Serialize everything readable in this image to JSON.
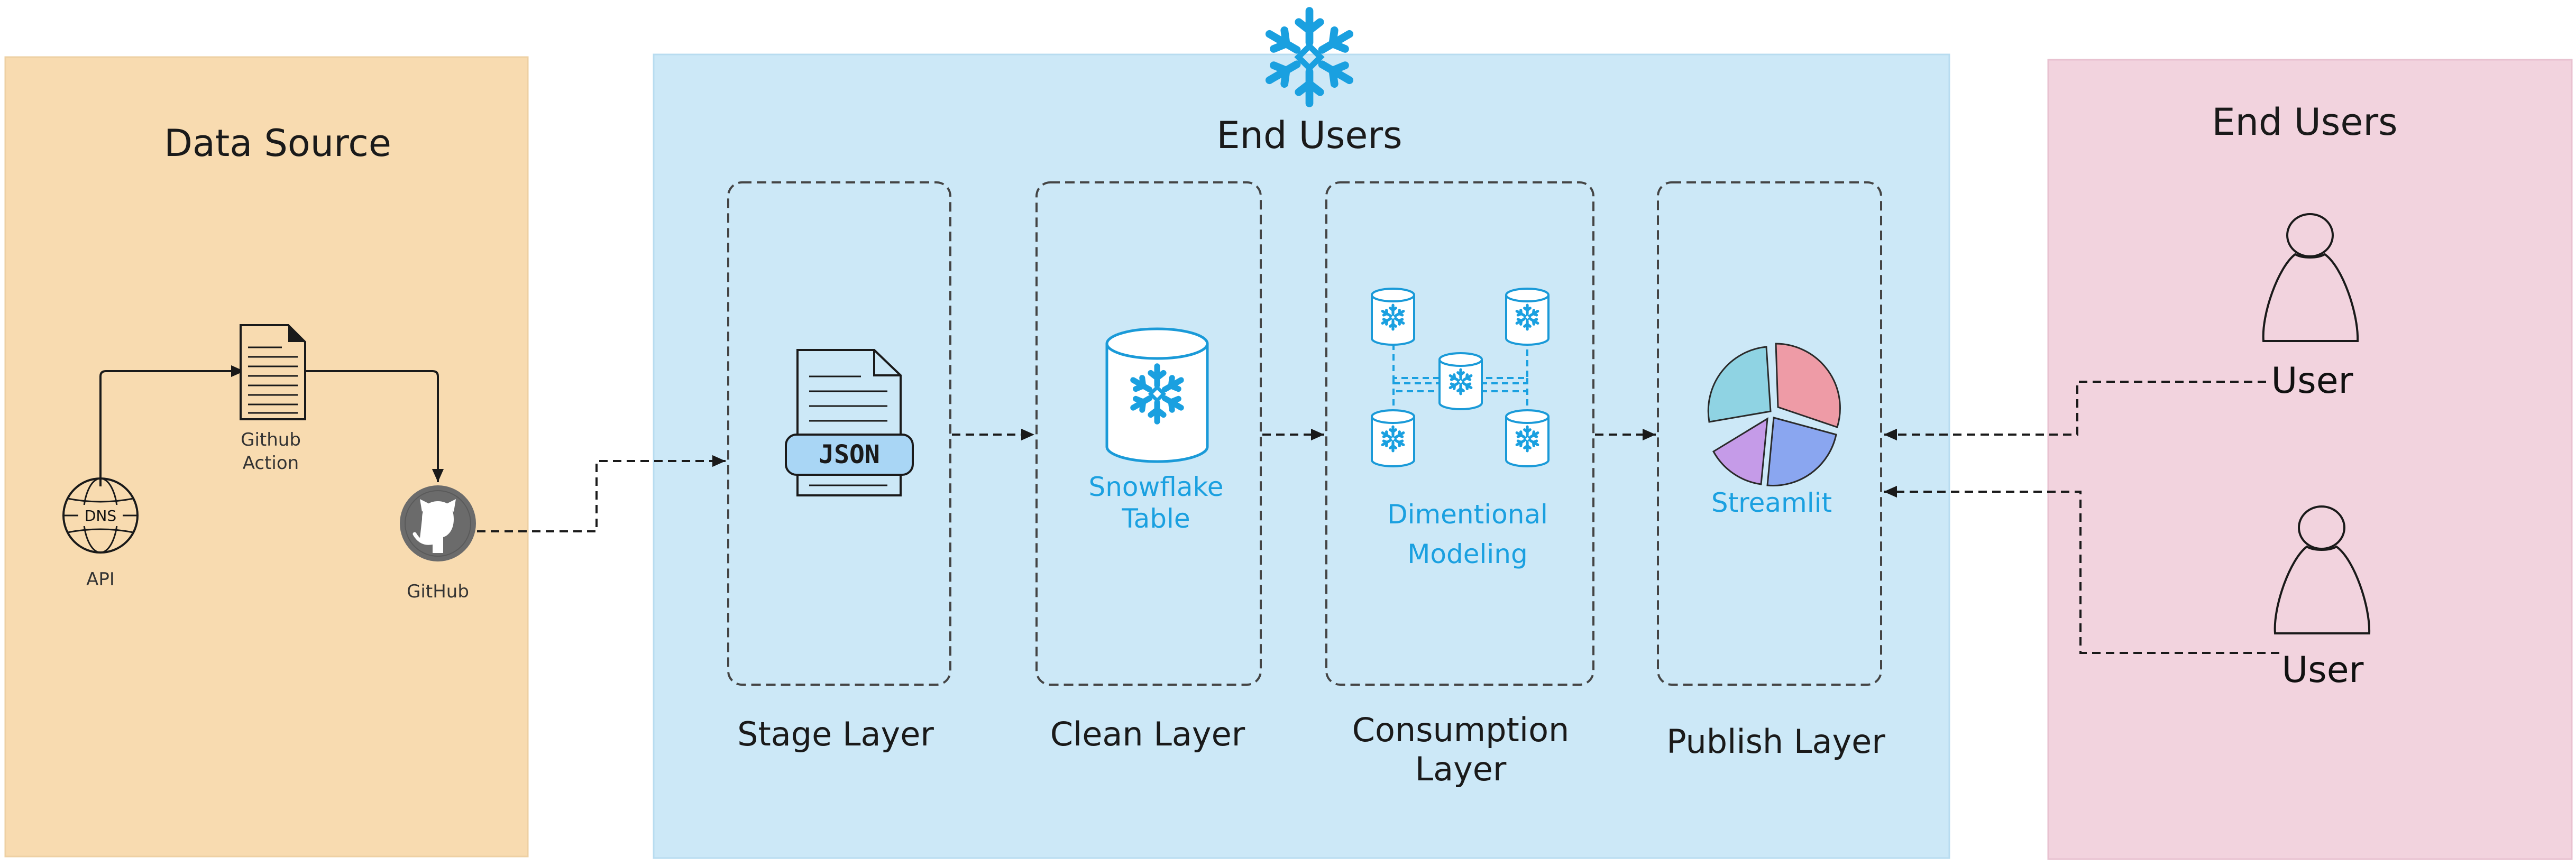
{
  "panels": {
    "data_source": {
      "title": "Data Source",
      "fill": "#f8dbb0",
      "stroke": "#eed0a3"
    },
    "snowflake": {
      "title": "End Users",
      "fill": "#cce8f7",
      "stroke": "#b8dcf0"
    },
    "end_users": {
      "title": "End Users",
      "fill": "#f2d3de",
      "stroke": "#e8c2d0"
    }
  },
  "source": {
    "api_label": "API",
    "dns_text": "DNS",
    "action_label_line1": "Github",
    "action_label_line2": "Action",
    "github_label": "GitHub"
  },
  "layers": {
    "stage": {
      "label": "Stage Layer",
      "icon_text": "JSON"
    },
    "clean": {
      "label": "Clean Layer",
      "caption_line1": "Snowflake",
      "caption_line2": "Table"
    },
    "consumption": {
      "label_line1": "Consumption",
      "label_line2": "Layer",
      "caption_line1": "Dimentional",
      "caption_line2": "Modeling"
    },
    "publish": {
      "label": "Publish Layer",
      "caption": "Streamlit"
    }
  },
  "users": {
    "user1": "User",
    "user2": "User"
  },
  "colors": {
    "snowflake_blue": "#1aa0e0",
    "line": "#1a1a1a",
    "json_fill": "#a9d6f5",
    "pie_teal": "#8fd3e3",
    "pie_red": "#ee9ba6",
    "pie_blue": "#8aa6f0",
    "pie_purple": "#c59be8"
  },
  "icons": [
    "snowflake-logo-icon",
    "dns-globe-icon",
    "document-icon",
    "github-icon",
    "json-file-icon",
    "database-icon",
    "pie-chart-icon",
    "user-icon"
  ]
}
